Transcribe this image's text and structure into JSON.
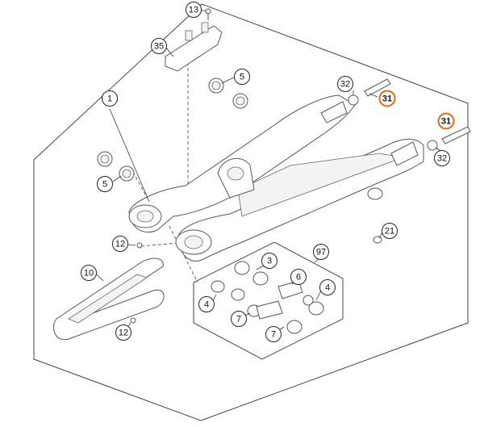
{
  "diagram": {
    "callouts": [
      {
        "id": "c13",
        "label": "13",
        "highlight": false
      },
      {
        "id": "c35",
        "label": "35",
        "highlight": false
      },
      {
        "id": "c5a",
        "label": "5",
        "highlight": false
      },
      {
        "id": "c1",
        "label": "1",
        "highlight": false
      },
      {
        "id": "c32a",
        "label": "32",
        "highlight": false
      },
      {
        "id": "c31a",
        "label": "31",
        "highlight": true
      },
      {
        "id": "c31b",
        "label": "31",
        "highlight": true
      },
      {
        "id": "c32b",
        "label": "32",
        "highlight": false
      },
      {
        "id": "c5b",
        "label": "5",
        "highlight": false
      },
      {
        "id": "c21",
        "label": "21",
        "highlight": false
      },
      {
        "id": "c12a",
        "label": "12",
        "highlight": false
      },
      {
        "id": "c10",
        "label": "10",
        "highlight": false
      },
      {
        "id": "c12b",
        "label": "12",
        "highlight": false
      },
      {
        "id": "c3",
        "label": "3",
        "highlight": false
      },
      {
        "id": "c97",
        "label": "97",
        "highlight": false
      },
      {
        "id": "c6",
        "label": "6",
        "highlight": false
      },
      {
        "id": "c4a",
        "label": "4",
        "highlight": false
      },
      {
        "id": "c4b",
        "label": "4",
        "highlight": false
      },
      {
        "id": "c7a",
        "label": "7",
        "highlight": false
      },
      {
        "id": "c7b",
        "label": "7",
        "highlight": false
      }
    ],
    "highlight_color": "#e06a1a"
  }
}
